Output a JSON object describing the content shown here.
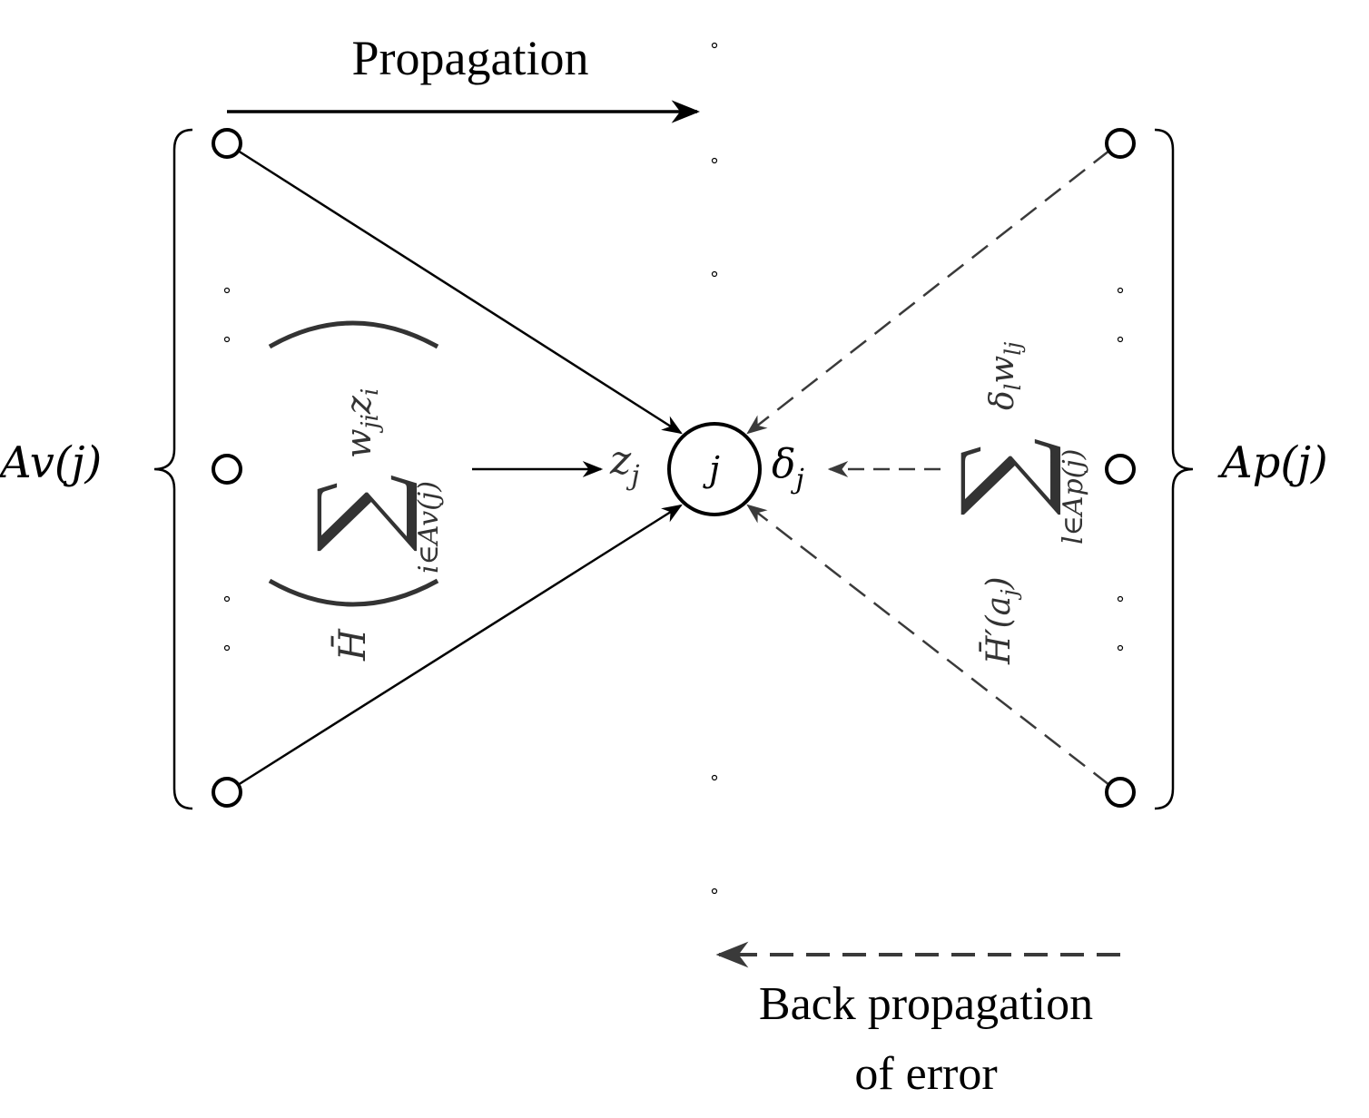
{
  "labels": {
    "propagation": "Propagation",
    "back_propagation_line1": "Back propagation",
    "back_propagation_line2": "of error",
    "left_set": "Av(j)",
    "right_set": "Ap(j)",
    "center_node": "j",
    "z_label": "z",
    "z_sub": "j",
    "delta_label": "δ",
    "delta_sub": "j"
  },
  "forward_formula": {
    "activation": "H̄",
    "sum_symbol": "∑",
    "sum_index": "i∈Av(j)",
    "term_w": "w",
    "term_w_sub": "ji",
    "term_z": "z",
    "term_z_sub": "i"
  },
  "backward_formula": {
    "derivative": "H̄′(a",
    "derivative_sub": "j",
    "derivative_close": ")",
    "sum_symbol": "∑",
    "sum_index": "l∈Ap(j)",
    "term_delta": "δ",
    "term_delta_sub": "l",
    "term_w": "w",
    "term_w_sub": "lj"
  },
  "colors": {
    "solid": "#000000",
    "dashed": "#3a3a3a",
    "formula": "#333333"
  }
}
